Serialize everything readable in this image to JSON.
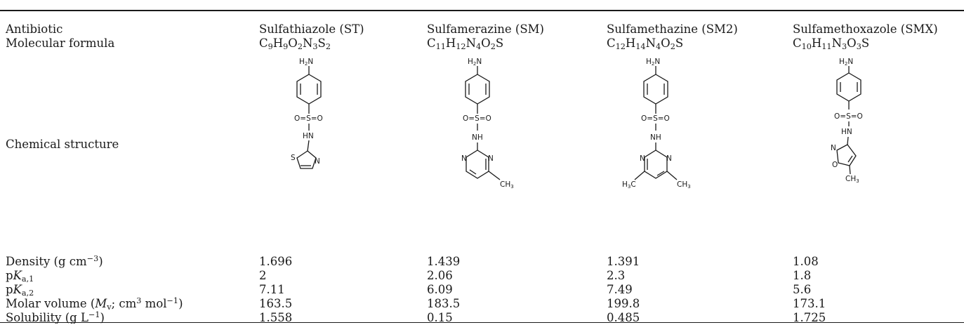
{
  "labels": {
    "antibiotic": "Antibiotic",
    "formula": "Molecular formula",
    "structure": "Chemical structure",
    "density": "Density (g cm",
    "density_exp": "−3",
    "density_end": ")",
    "pka1_p": "p",
    "pka1_k": "K",
    "pka1_sub": "a,1",
    "pka2_p": "p",
    "pka2_k": "K",
    "pka2_sub": "a,2",
    "mv_a": "Molar volume (",
    "mv_m": "M",
    "mv_sub": "v",
    "mv_b": "; cm",
    "mv_exp1": "3",
    "mv_c": " mol",
    "mv_exp2": "−1",
    "mv_d": ")",
    "sol_a": "Solubility (g L",
    "sol_exp": "−1",
    "sol_b": ")"
  },
  "antibiotics": [
    {
      "name": "Sulfathiazole (ST)",
      "formula": [
        [
          "C",
          ""
        ],
        [
          "H",
          "9"
        ],
        [
          "O",
          "2"
        ],
        [
          "N",
          "3"
        ],
        [
          "S",
          "2"
        ]
      ],
      "formula_c_sub": "9",
      "density": "1.696",
      "pka1": "2",
      "pka2": "7.11",
      "mv": "163.5",
      "sol": "1.558"
    },
    {
      "name": "Sulfamerazine (SM)",
      "formula_c_sub": "11",
      "density": "1.439",
      "pka1": "2.06",
      "pka2": "6.09",
      "mv": "183.5",
      "sol": "0.15"
    },
    {
      "name": "Sulfamethazine (SM2)",
      "formula_c_sub": "12",
      "density": "1.391",
      "pka1": "2.3",
      "pka2": "7.49",
      "mv": "199.8",
      "sol": "0.485"
    },
    {
      "name": "Sulfamethoxazole (SMX)",
      "formula_c_sub": "10",
      "density": "1.08",
      "pka1": "1.8",
      "pka2": "5.6",
      "mv": "173.1",
      "sol": "1.725"
    }
  ],
  "formulas": {
    "st": {
      "c": "C",
      "c_n": "9",
      "h": "H",
      "h_n": "9",
      "o": "O",
      "o_n": "2",
      "n": "N",
      "n_n": "3",
      "s": "S",
      "s_n": "2"
    },
    "sm": {
      "c": "C",
      "c_n": "11",
      "h": "H",
      "h_n": "12",
      "n": "N",
      "n_n": "4",
      "o": "O",
      "o_n": "2",
      "s": "S"
    },
    "sm2": {
      "c": "C",
      "c_n": "12",
      "h": "H",
      "h_n": "14",
      "n": "N",
      "n_n": "4",
      "o": "O",
      "o_n": "2",
      "s": "S"
    },
    "smx": {
      "c": "C",
      "c_n": "10",
      "h": "H",
      "h_n": "11",
      "n": "N",
      "n_n": "3",
      "o": "O",
      "o_n": "3",
      "s": "S"
    }
  },
  "atoms": {
    "amine_h": "H",
    "amine_2": "2",
    "amine_n": "N",
    "sulfonyl": "O=S=O",
    "o": "O",
    "s": "S",
    "eq": "=",
    "hn": "HN",
    "nh": "NH",
    "n": "N",
    "ch": "CH",
    "ch_3": "3",
    "h3c_h": "H",
    "h3c_3": "3",
    "h3c_c": "C"
  }
}
